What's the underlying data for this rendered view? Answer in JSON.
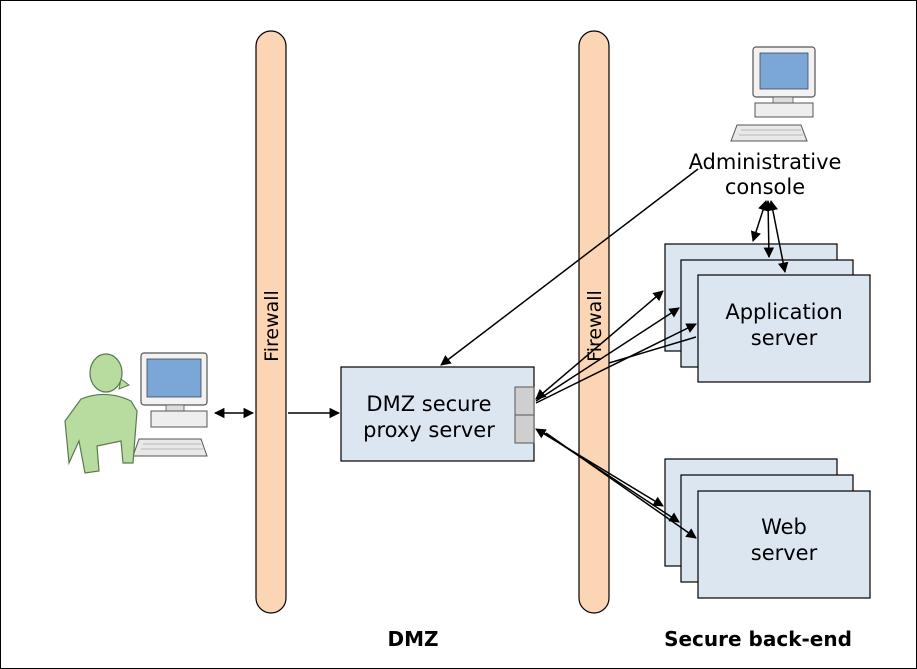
{
  "labels": {
    "firewall_left": "Firewall",
    "firewall_right": "Firewall",
    "admin_console_line1": "Administrative",
    "admin_console_line2": "console",
    "app_server_line1": "Application",
    "app_server_line2": "server",
    "proxy_line1": "DMZ secure",
    "proxy_line2": "proxy server",
    "web_server_line1": "Web",
    "web_server_line2": "server",
    "zone_dmz": "DMZ",
    "zone_backend": "Secure back-end"
  },
  "colors": {
    "firewall_fill": "#fcd5b4",
    "box_fill": "#dce6f1",
    "stack_fill": "#dce6f1",
    "user_fill": "#b8dca0",
    "monitor_screen": "#7aa7d6"
  },
  "icons": {
    "user": "user-at-computer-icon",
    "admin": "desktop-computer-icon"
  }
}
